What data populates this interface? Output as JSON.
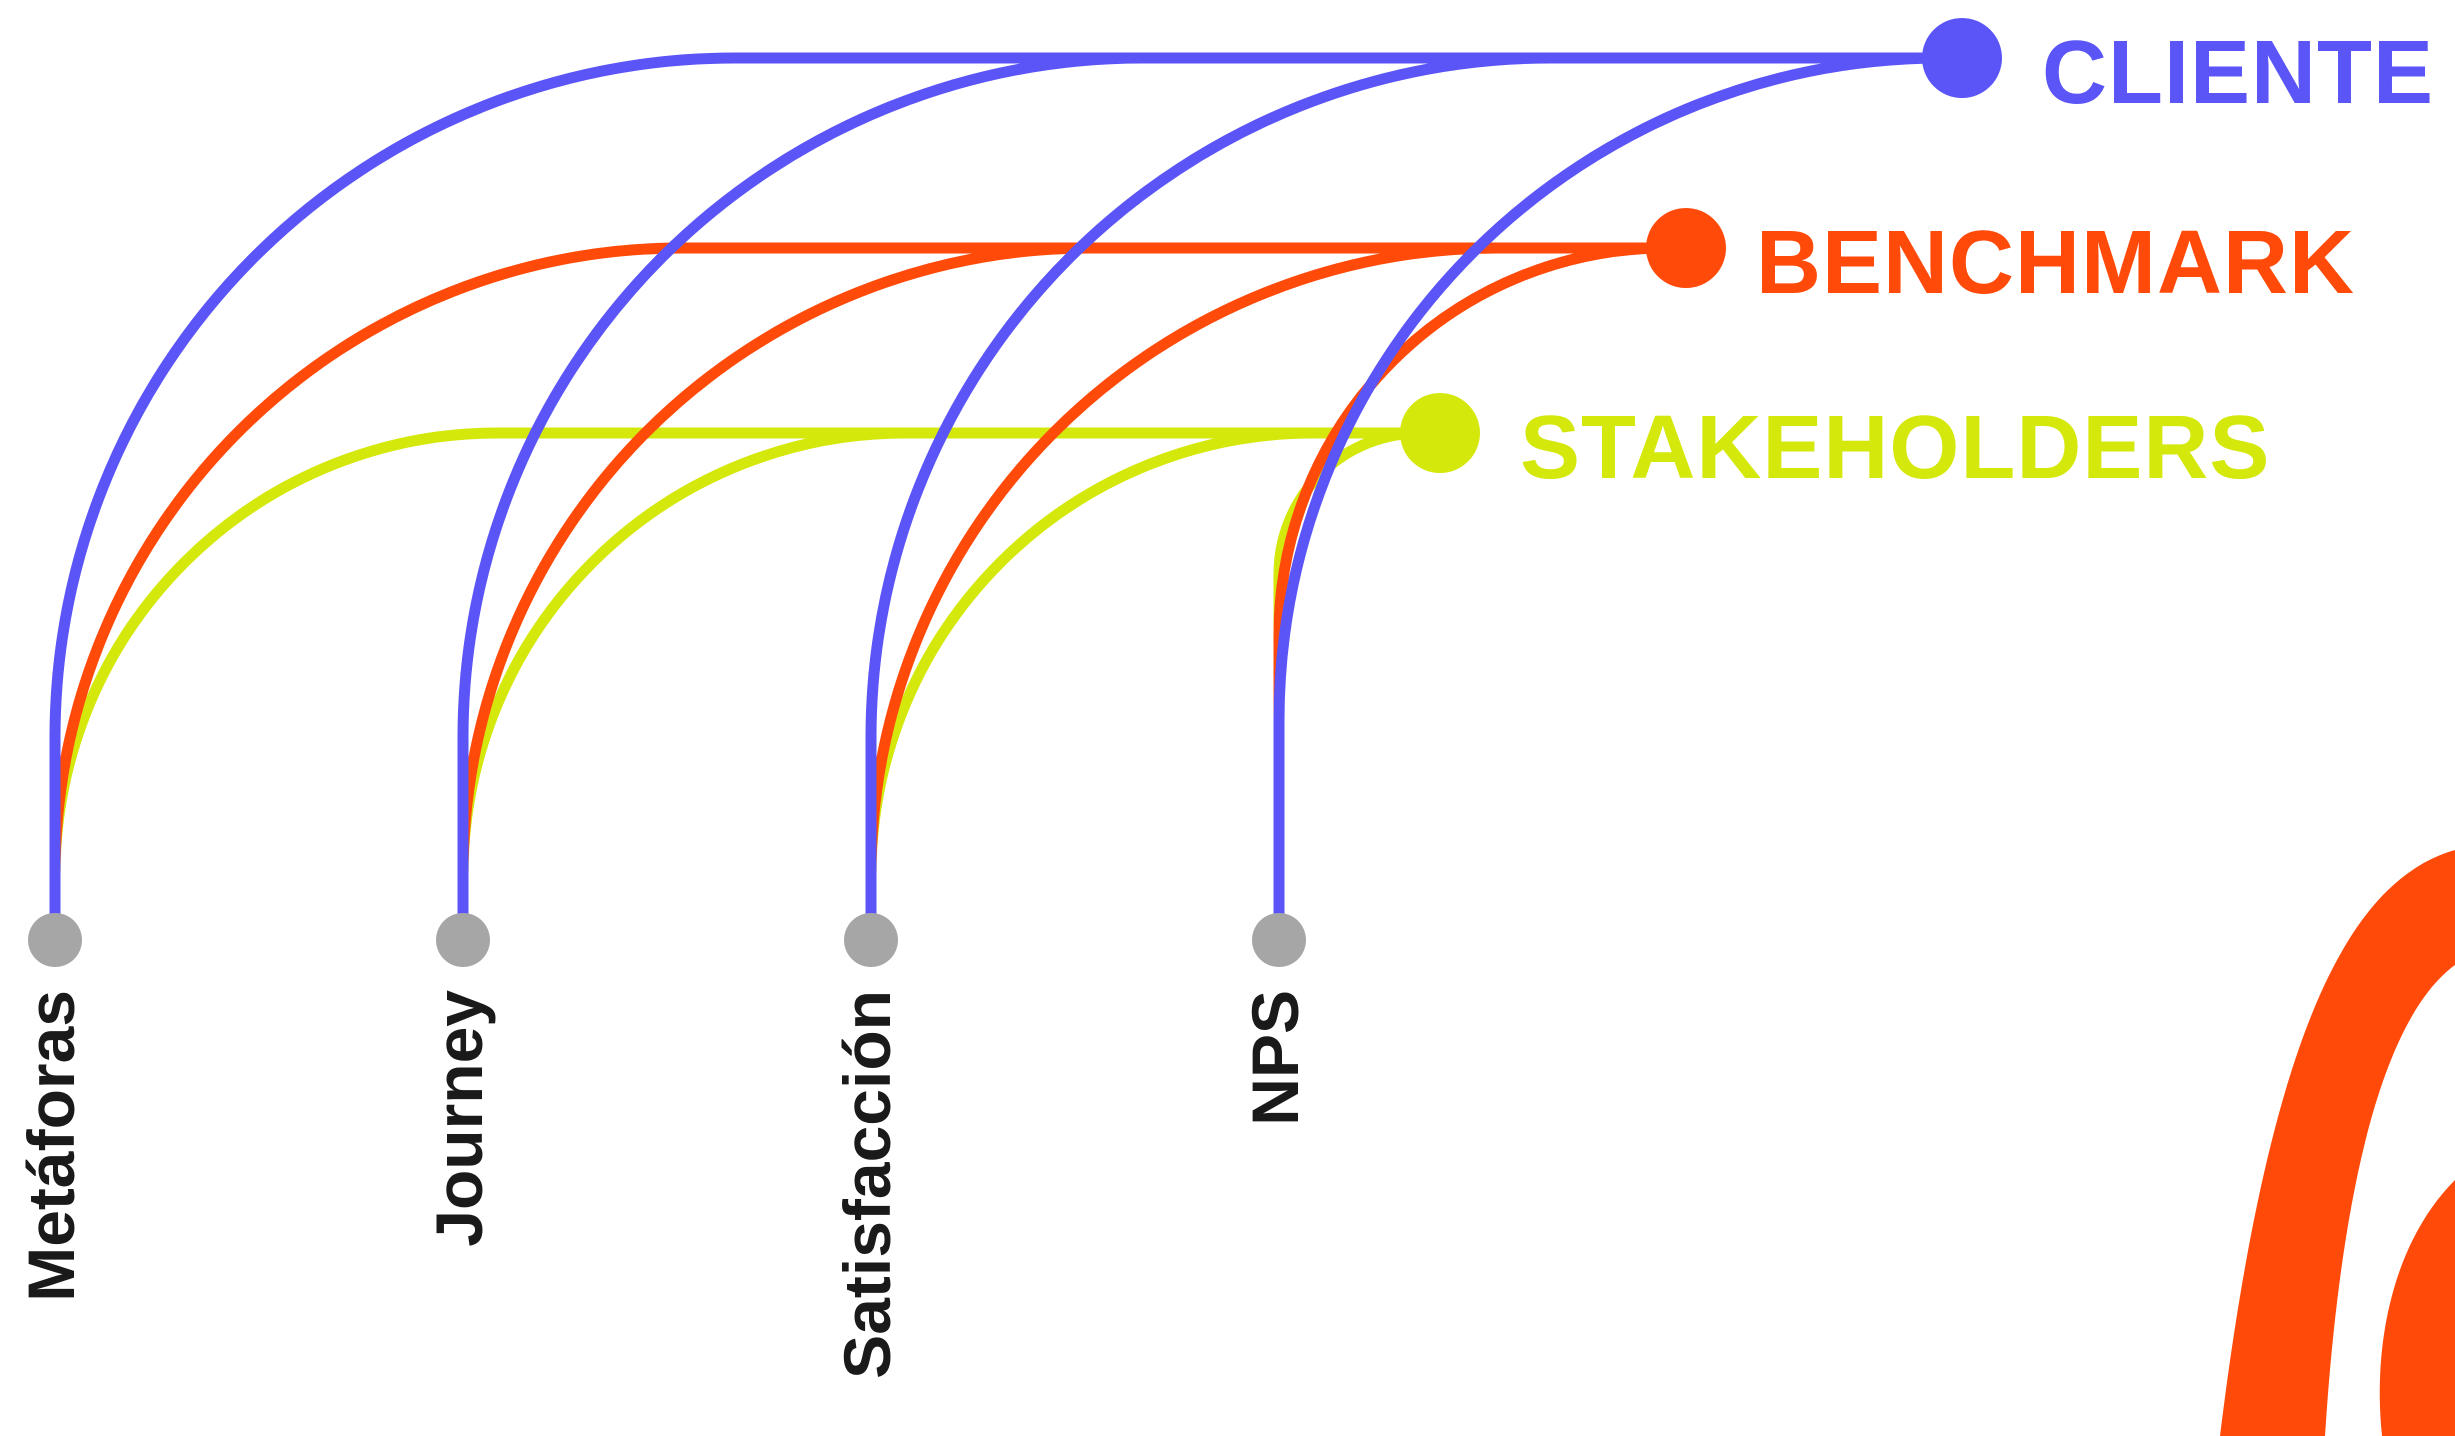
{
  "sources": [
    {
      "id": "cliente",
      "label": "CLIENTE",
      "color": "#5b55f7"
    },
    {
      "id": "benchmark",
      "label": "BENCHMARK",
      "color": "#ff4a0a"
    },
    {
      "id": "stakeholders",
      "label": "STAKEHOLDERS",
      "color": "#d4e80c"
    }
  ],
  "categories": [
    {
      "id": "metaforas",
      "label": "Metáforas"
    },
    {
      "id": "journey",
      "label": "Journey"
    },
    {
      "id": "satisfaccion",
      "label": "Satisfacción"
    },
    {
      "id": "nps",
      "label": "NPS"
    }
  ],
  "node_color": "#a6a6a6",
  "accent_shape_color": "#ff4a0a"
}
